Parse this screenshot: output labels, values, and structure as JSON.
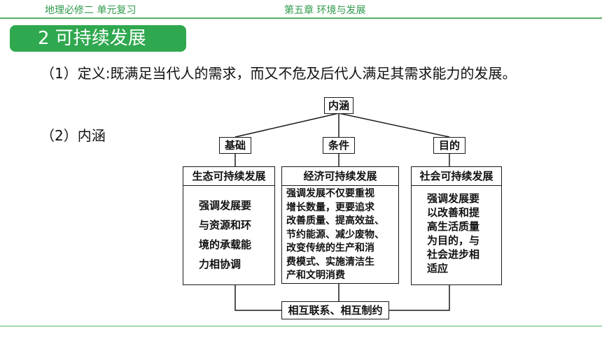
{
  "header": {
    "left_text": "地理必修二 单元复习",
    "center_text": "第五章  环境与发展"
  },
  "section": {
    "title": "2 可持续发展"
  },
  "definition": {
    "text": "（1）定义:既满足当代人的需求，而又不危及后代人满足其需求能力的发展。"
  },
  "intro": {
    "label": "（2）内涵"
  },
  "diagram": {
    "root": "内涵",
    "labels": [
      "基础",
      "条件",
      "目的"
    ],
    "columns": [
      {
        "title": "生态可持续发展",
        "body": "强调发展要\n与资源和环\n境的承载能\n力相协调"
      },
      {
        "title": "经济可持续发展",
        "body": "强调发展不仅要重视\n增长数量，更要追求\n改善质量、提高效益、\n节约能源、减少废物、\n改变传统的生产和消\n费模式、实施清洁生\n产和文明消费"
      },
      {
        "title": "社会可持续发展",
        "body": "强调发展要\n以改善和提\n高生活质量\n为目的，与\n社会进步相\n适应"
      }
    ],
    "bottom": "相互联系、相互制约"
  },
  "colors": {
    "accent": "#2fa84f",
    "line": "#55b26a"
  }
}
